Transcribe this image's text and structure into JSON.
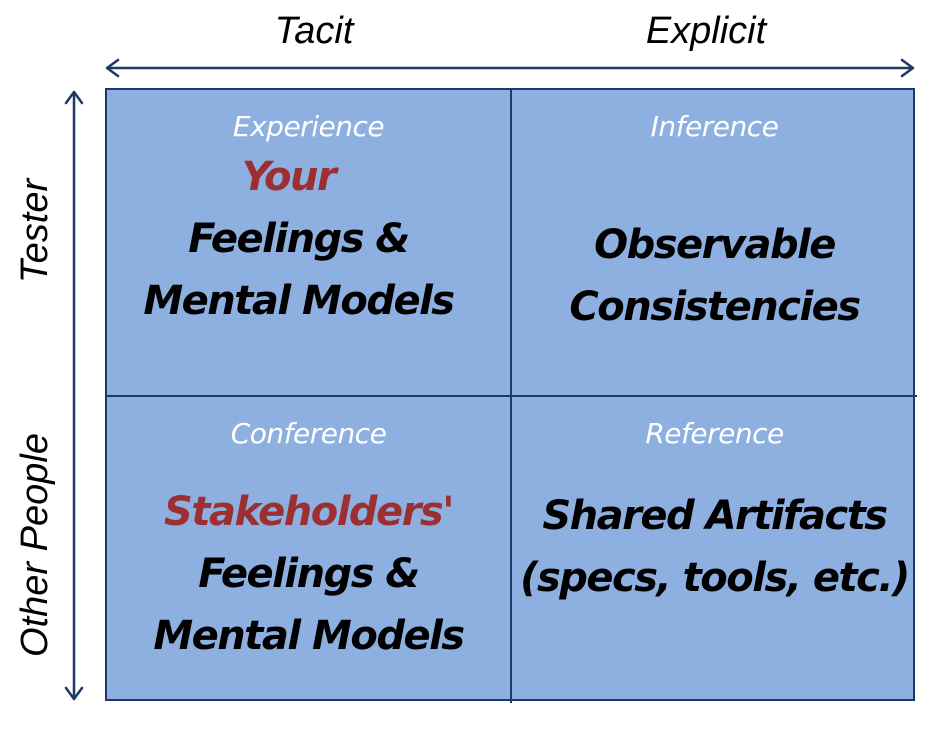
{
  "columns": {
    "tacit": "Tacit",
    "explicit": "Explicit"
  },
  "rows": {
    "tester": "Tester",
    "other": "Other People"
  },
  "colors": {
    "cell_fill": "#8eb0e0",
    "border": "#1f3864",
    "arrow": "#1f3864",
    "label": "#ffffff",
    "accent": "#9b2f32"
  },
  "cells": {
    "top_left": {
      "label": "Experience",
      "accent": "Your",
      "line1": "Feelings &",
      "line2": "Mental Models"
    },
    "top_right": {
      "label": "Inference",
      "line1": "Observable",
      "line2": "Consistencies"
    },
    "bottom_left": {
      "label": "Conference",
      "accent": "Stakeholders'",
      "line1": "Feelings &",
      "line2": "Mental Models"
    },
    "bottom_right": {
      "label": "Reference",
      "line1": "Shared Artifacts",
      "line2": "(specs, tools, etc.)"
    }
  }
}
